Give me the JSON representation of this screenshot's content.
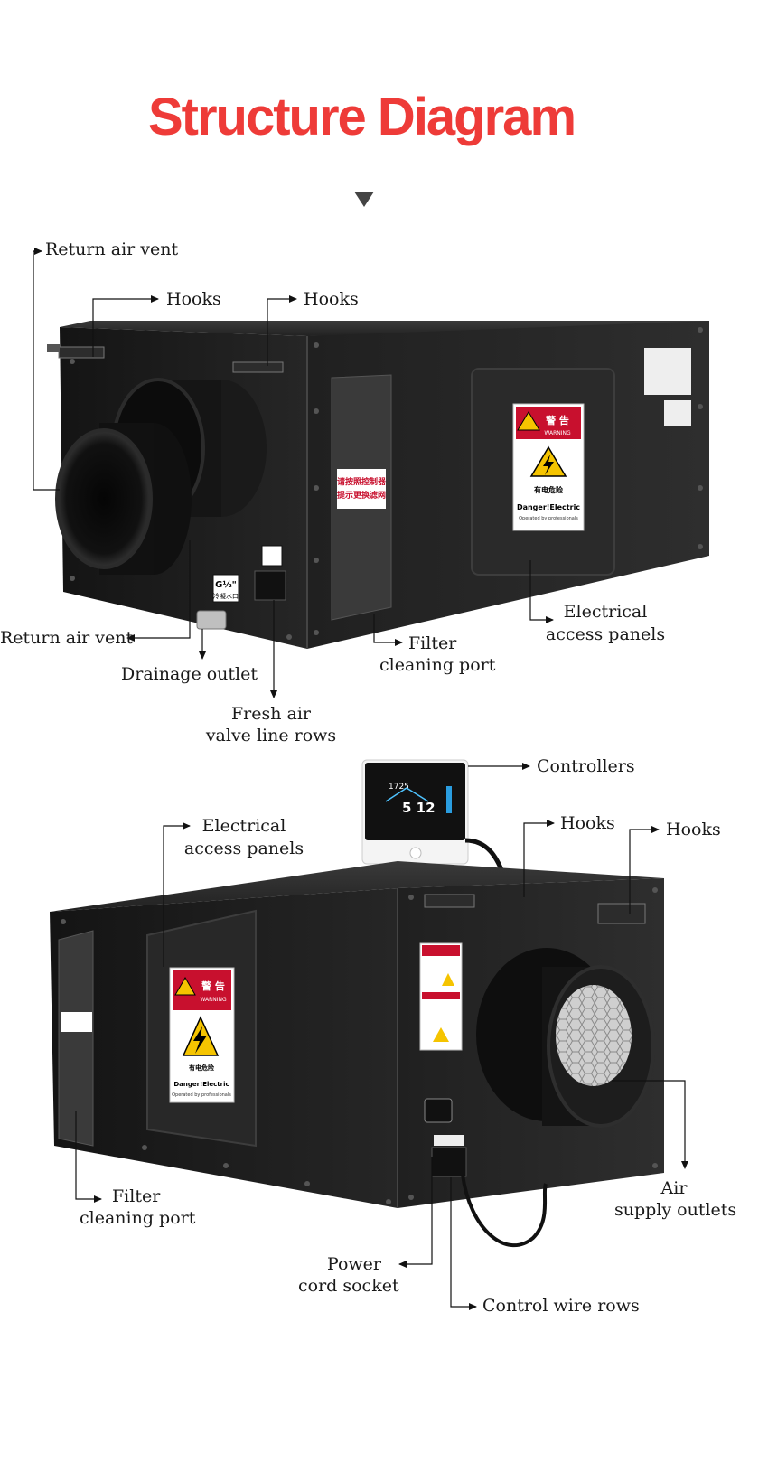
{
  "title": "Structure Diagram",
  "top_unit": {
    "labels": {
      "return_air_vent_top": "Return air vent",
      "hooks_left": "Hooks",
      "hooks_right": "Hooks",
      "return_air_vent_left": "Return air vent",
      "drainage_outlet": "Drainage outlet",
      "fresh_air_line1": "Fresh air",
      "fresh_air_line2": "valve line rows",
      "filter_line1": "Filter",
      "filter_line2": "cleaning port",
      "electrical_line1": "Electrical",
      "electrical_line2": "access panels"
    },
    "filter_sticker_line1": "请按照控制器",
    "filter_sticker_line2": "提示更换滤网",
    "drain_tag_line1": "G½\"",
    "drain_tag_line2": "冷凝水口",
    "warning": {
      "header": "警 告",
      "sub": "WARNING",
      "line1": "有电危险",
      "line2": "Danger!Electric",
      "line3": "Operated by professionals"
    }
  },
  "bottom_unit": {
    "labels": {
      "controllers": "Controllers",
      "hooks_left": "Hooks",
      "hooks_right": "Hooks",
      "electrical_line1": "Electrical",
      "electrical_line2": "access panels",
      "filter_line1": "Filter",
      "filter_line2": "cleaning port",
      "air_line1": "Air",
      "air_line2": "supply outlets",
      "power_line1": "Power",
      "power_line2": "cord socket",
      "control_wire": "Control wire rows"
    },
    "controller_display_top": "1725",
    "controller_display_main": "5 12",
    "warning": {
      "header": "警 告",
      "sub": "WARNING",
      "line1": "有电危险",
      "line2": "Danger!Electric",
      "line3": "Operated by professionals"
    }
  },
  "colors": {
    "title": "#ee3b38",
    "unit_body": "#1c1c1c",
    "warning_red": "#c8102e",
    "warning_yellow": "#f5c400"
  }
}
